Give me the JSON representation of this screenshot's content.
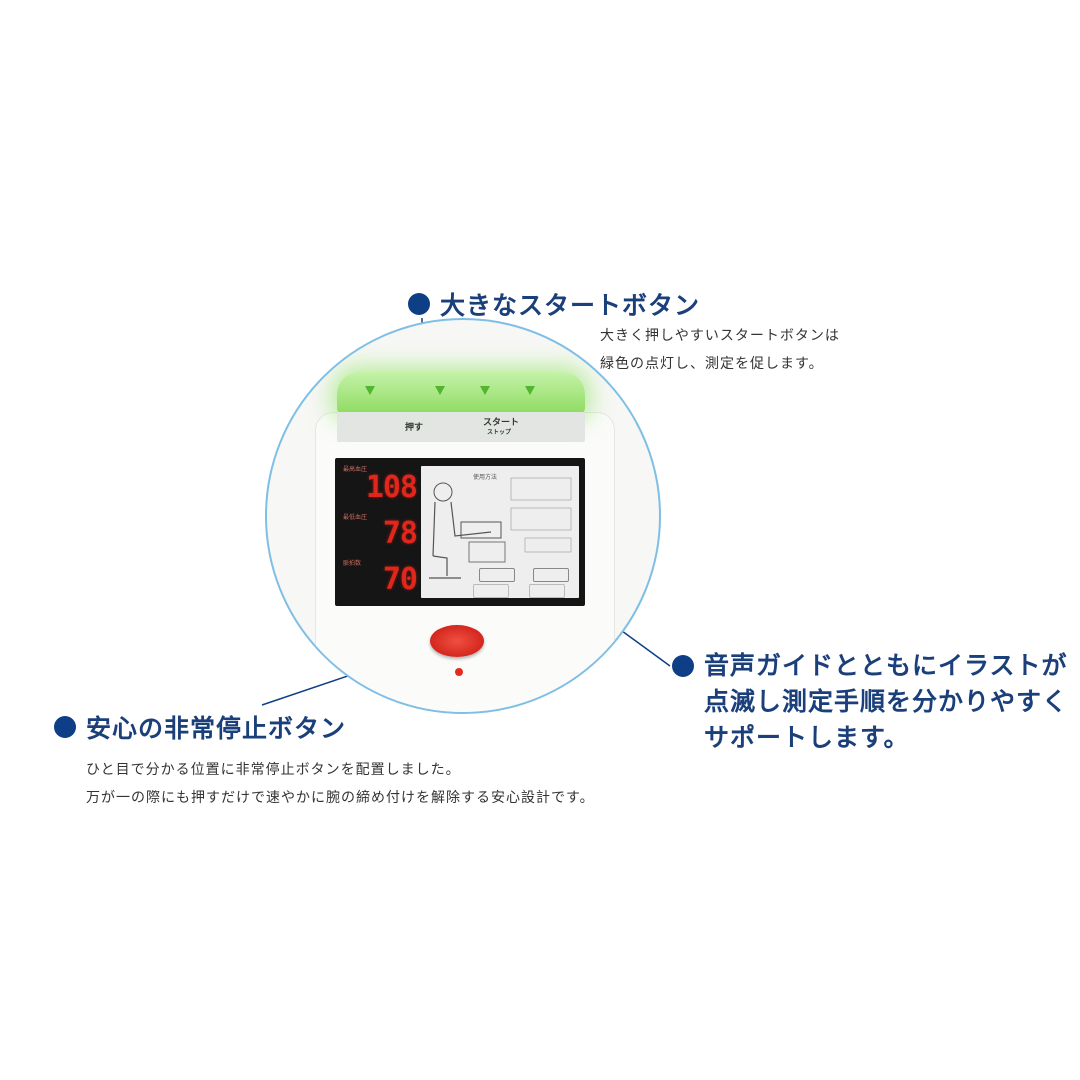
{
  "features": {
    "start_button": {
      "title": "大きなスタートボタン",
      "desc_line1": "大きく押しやすいスタートボタンは",
      "desc_line2": "緑色の点灯し、測定を促します。"
    },
    "voice_guide": {
      "title_line1": "音声ガイドとともにイラストが",
      "title_line2": "点滅し測定手順を分かりやすく",
      "title_line3": "サポートします。"
    },
    "emergency_stop": {
      "title": "安心の非常停止ボタン",
      "desc_line1": "ひと目で分かる位置に非常停止ボタンを配置しました。",
      "desc_line2": "万が一の際にも押すだけで速やかに腕の締め付けを解除する安心設計です。"
    }
  },
  "device": {
    "push_label": "押す",
    "start_label": "スタート",
    "stop_label": "ストップ",
    "readings": [
      {
        "label": "最高血圧",
        "value": "108"
      },
      {
        "label": "最低血圧",
        "value": "78"
      },
      {
        "label": "脈拍数",
        "value": "70"
      }
    ],
    "guide_title": "使用方法"
  },
  "colors": {
    "heading": "#1a3f7a",
    "bullet": "#0e3e86",
    "circle_border": "#7fbfe6",
    "led": "#e1261c",
    "glow": "#8edb62"
  }
}
